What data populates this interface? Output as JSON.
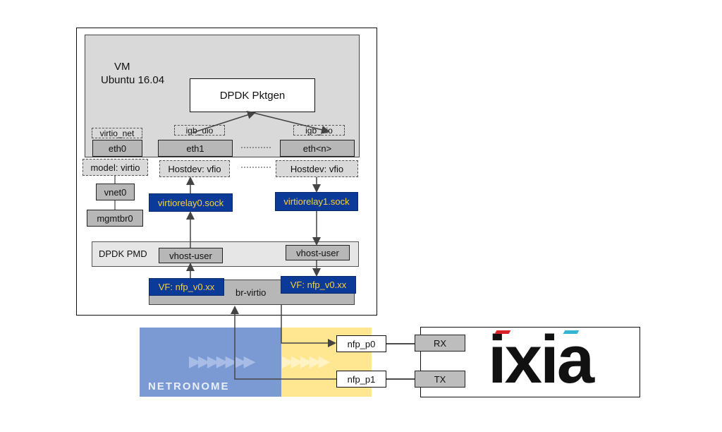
{
  "vm": {
    "title": "VM",
    "os": "Ubuntu 16.04",
    "app": "DPDK Pktgen"
  },
  "drivers": {
    "virtio_net": "virtio_net",
    "igb_uio_1": "igb_uio",
    "igb_uio_2": "igb_uio"
  },
  "interfaces": {
    "eth0": "eth0",
    "eth1": "eth1",
    "ethn": "eth<n>"
  },
  "host_devs": {
    "model_virtio": "model: virtio",
    "hostdev1": "Hostdev: vfio",
    "hostdev2": "Hostdev: vfio"
  },
  "bridges": {
    "vnet0": "vnet0",
    "mgmtbr0": "mgmtbr0"
  },
  "sockets": {
    "sock0": "virtiorelay0.sock",
    "sock1": "virtiorelay1.sock"
  },
  "pmd": {
    "label": "DPDK PMD",
    "vhost1": "vhost-user",
    "vhost2": "vhost-user"
  },
  "vfs": {
    "vf1": "VF: nfp_v0.xx",
    "vf2": "VF: nfp_v0.xx",
    "br_virtio": "br-virtio"
  },
  "ports": {
    "p0": "nfp_p0",
    "p1": "nfp_p1"
  },
  "ixia": {
    "rx": "RX",
    "tx": "TX",
    "logo": "ixia"
  },
  "netronome": {
    "logo": "NETRONOME"
  },
  "colors": {
    "accent_blue": "#0b3a99",
    "accent_yellow": "#f7d23a",
    "ixia_red": "#d8232a",
    "ixia_teal": "#34b6d3"
  }
}
